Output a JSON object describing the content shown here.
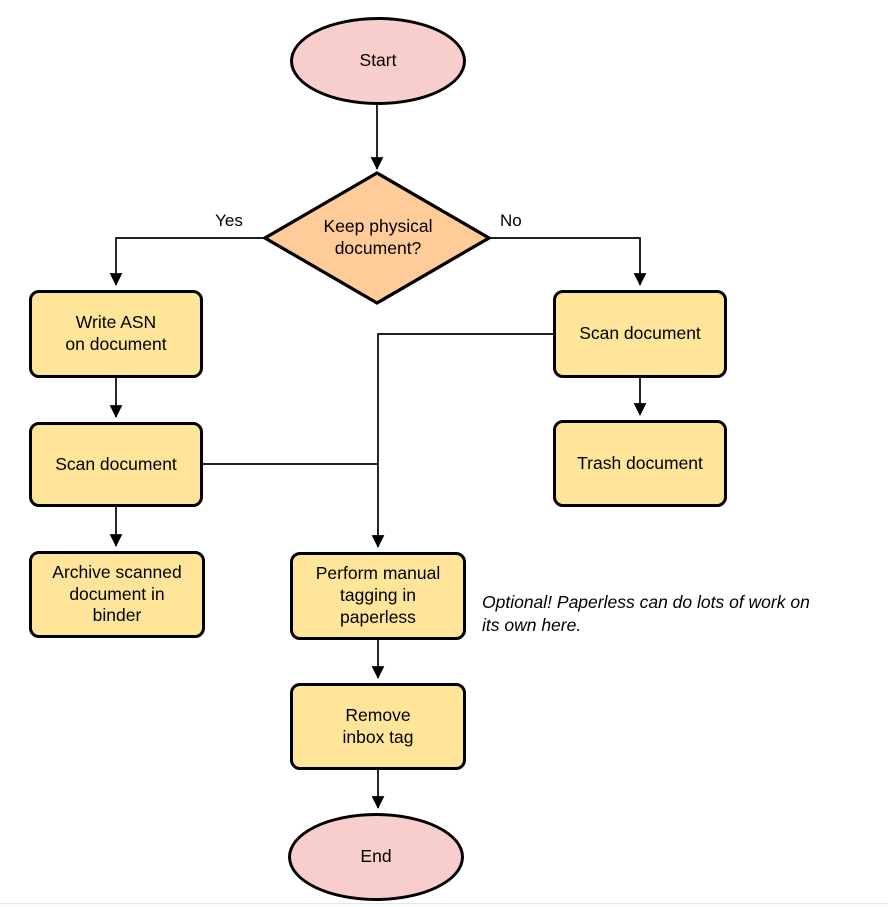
{
  "diagram": {
    "nodes": {
      "start": {
        "label": "Start",
        "type": "terminator"
      },
      "decision": {
        "label": "Keep physical\ndocument?",
        "type": "decision"
      },
      "write_asn": {
        "label": "Write ASN\non document",
        "type": "process"
      },
      "scan_left": {
        "label": "Scan document",
        "type": "process"
      },
      "archive": {
        "label": "Archive scanned\ndocument in\nbinder",
        "type": "process"
      },
      "scan_right": {
        "label": "Scan document",
        "type": "process"
      },
      "trash": {
        "label": "Trash document",
        "type": "process"
      },
      "tagging": {
        "label": "Perform manual\ntagging in\npaperless",
        "type": "process"
      },
      "remove_inbox": {
        "label": "Remove\ninbox tag",
        "type": "process"
      },
      "end": {
        "label": "End",
        "type": "terminator"
      }
    },
    "edge_labels": {
      "yes": "Yes",
      "no": "No"
    },
    "annotation": "Optional! Paperless can do lots of work on\nits own here.",
    "colors": {
      "terminator_fill": "#F8CECC",
      "decision_fill": "#FFCC99",
      "process_fill": "#FFE599",
      "stroke": "#000000",
      "edge_stroke": "#000000"
    }
  }
}
